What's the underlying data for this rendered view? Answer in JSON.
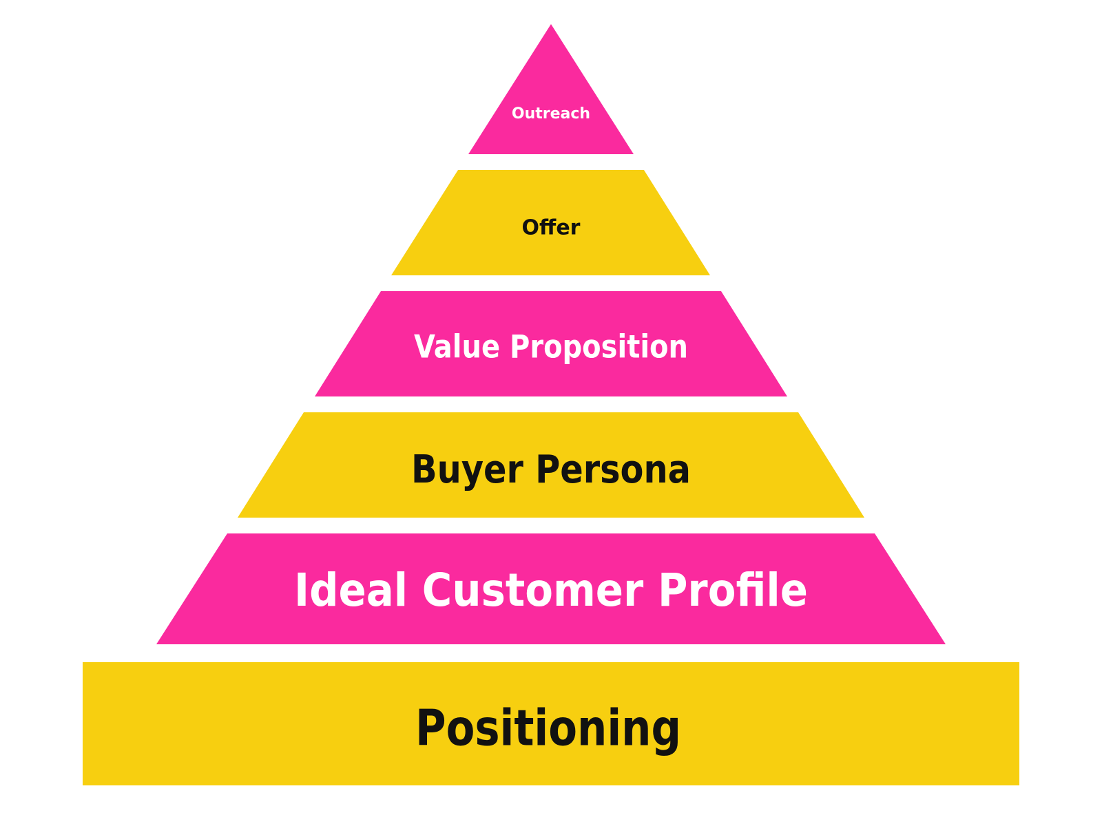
{
  "diagram": {
    "type": "pyramid",
    "tiers": [
      {
        "label": "Outreach",
        "color": "#FA2A9E",
        "text_color": "#FFFFFF"
      },
      {
        "label": "Offer",
        "color": "#F7CF10",
        "text_color": "#111111"
      },
      {
        "label": "Value Proposition",
        "color": "#FA2A9E",
        "text_color": "#FFFFFF"
      },
      {
        "label": "Buyer Persona",
        "color": "#F7CF10",
        "text_color": "#111111"
      },
      {
        "label": "Ideal Customer Profile",
        "color": "#FA2A9E",
        "text_color": "#FFFFFF"
      },
      {
        "label": "Positioning",
        "color": "#F7CF10",
        "text_color": "#111111"
      }
    ]
  }
}
